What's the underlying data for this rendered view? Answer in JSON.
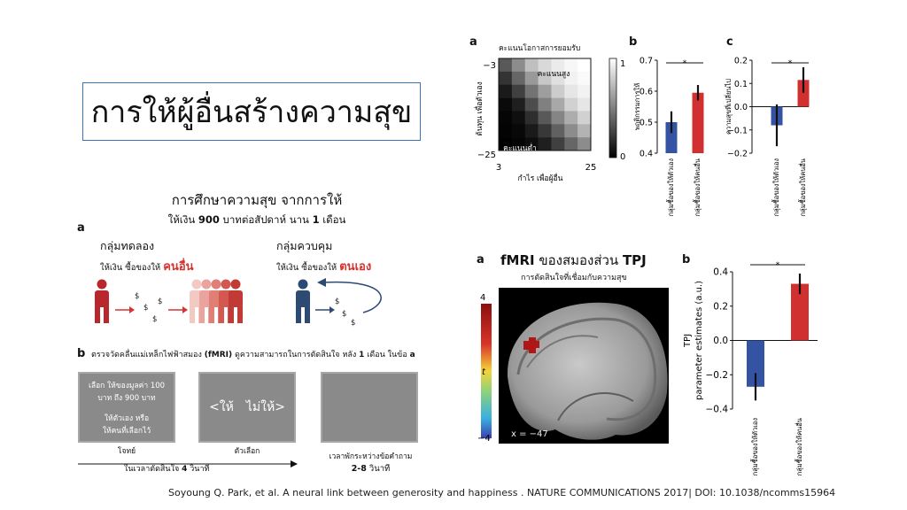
{
  "title": "การให้ผู้อื่นสร้างความสุข",
  "study": {
    "title": "การศึกษาความสุข จากการให้",
    "subtitle_pre": "ให้เงิน ",
    "amount": "900",
    "subtitle_mid": " บาทต่อสัปดาห์ นาน ",
    "months": "1",
    "subtitle_post": " เดือน"
  },
  "panel_a": {
    "letter": "a",
    "experimental": {
      "title": "กลุ่มทดลอง",
      "sub": "ให้เงิน ซื้อของให้",
      "highlight": "คนอื่น"
    },
    "control": {
      "title": "กลุ่มควบคุม",
      "sub": "ให้เงิน ซื้อของให้",
      "highlight": "ตนเอง"
    },
    "money_symbol": "$",
    "colors": {
      "experimental": "#b8272b",
      "control": "#2d4a73"
    }
  },
  "panel_b": {
    "letter": "b",
    "caption_pre": "ตรวจวัดคลื่นแม่เหล็กไฟฟ้าสมอง ",
    "caption_bold1": "(fMRI)",
    "caption_mid": " ดูความสามารถในการตัดสินใจ หลัง ",
    "caption_bold2": "1",
    "caption_post": " เดือน ในข้อ ",
    "caption_bold3": "a",
    "screen1": {
      "line1": "เลือก ให้ของมูลค่า 100",
      "line2": "บาท ถึง 900 บาท",
      "line3": "ให้ตัวเอง หรือ",
      "line4": "ให้คนที่เลือกไว้"
    },
    "screen1_label": "โจทย์",
    "screen2": {
      "give": "<ให้",
      "nogive": "ไม่ให้>"
    },
    "screen2_label": "ตัวเลือก",
    "timeline_pre": "ในเวลาตัดสินใจ ",
    "timeline_num": "4",
    "timeline_post": " วินาที",
    "rest_label": "เวลาพักระหว่างข้อคำถาม",
    "rest_range": "2-8",
    "rest_unit": " วินาที"
  },
  "heatmap": {
    "letter": "a",
    "title": "คะแนนโอกาสการยอมรับ",
    "ylabel": "ต้นทุน เพื่อตัวเอง",
    "xlabel": "กำไร เพื่อผู้อื่น",
    "high": "คะแนนสูง",
    "low": "คะแนนต่ำ",
    "y_top": "−3",
    "y_bottom": "−25",
    "x_left": "3",
    "x_right": "25",
    "cbar_top": "1",
    "cbar_bottom": "0"
  },
  "chart_b": {
    "letter": "b",
    "ylabel": "พฤติกรรมการให้",
    "star": "*",
    "ticks": [
      "0.4",
      "0.5",
      "0.6",
      "0.7"
    ]
  },
  "chart_c": {
    "letter": "c",
    "ylabel": "ความสุขที่เปลี่ยนไป",
    "star": "*",
    "ticks": [
      "−0.2",
      "−0.1",
      "0.0",
      "0.1",
      "0.2"
    ]
  },
  "fmri": {
    "letter": "a",
    "title_bold1": "fMRI",
    "title_mid": " ของสมองส่วน ",
    "title_bold2": "TPJ",
    "subtitle": "การตัดสินใจที่เชื่อมกับความสุข",
    "scale_top": "4",
    "scale_bottom": "−4",
    "scale_label": "t",
    "x_coord": "x = −47"
  },
  "chart_tpj": {
    "letter": "b",
    "ylabel1": "TPJ",
    "ylabel2": "parameter estimates (a.u.)",
    "star": "*",
    "ticks": [
      "−0.4",
      "−0.2",
      "0.0",
      "0.2",
      "0.4"
    ]
  },
  "chart_data": [
    {
      "type": "bar",
      "categories": [
        "กลุ่มซื้อของให้ตัวเอง",
        "กลุ่มซื้อของให้คนอื่น"
      ],
      "values": [
        0.5,
        0.595
      ],
      "errors": [
        0.035,
        0.025
      ],
      "ylim": [
        0.4,
        0.7
      ],
      "colors": [
        "#3553a3",
        "#d0302f"
      ]
    },
    {
      "type": "bar",
      "categories": [
        "กลุ่มซื้อของให้ตัวเอง",
        "กลุ่มซื้อของให้คนอื่น"
      ],
      "values": [
        -0.08,
        0.115
      ],
      "errors": [
        0.09,
        0.055
      ],
      "ylim": [
        -0.2,
        0.2
      ],
      "colors": [
        "#3553a3",
        "#d0302f"
      ]
    },
    {
      "type": "bar",
      "categories": [
        "กลุ่มซื้อของให้ตัวเอง",
        "กลุ่มซื้อของให้คนอื่น"
      ],
      "values": [
        -0.27,
        0.33
      ],
      "errors": [
        0.08,
        0.06
      ],
      "ylim": [
        -0.4,
        0.4
      ],
      "colors": [
        "#3553a3",
        "#d0302f"
      ]
    },
    {
      "type": "heatmap",
      "values": [
        [
          0.35,
          0.55,
          0.75,
          0.85,
          0.92,
          0.97,
          1.0
        ],
        [
          0.2,
          0.4,
          0.6,
          0.78,
          0.88,
          0.95,
          0.98
        ],
        [
          0.1,
          0.25,
          0.45,
          0.62,
          0.8,
          0.9,
          0.95
        ],
        [
          0.04,
          0.12,
          0.3,
          0.5,
          0.66,
          0.82,
          0.9
        ],
        [
          0.02,
          0.06,
          0.18,
          0.35,
          0.52,
          0.68,
          0.82
        ],
        [
          0.01,
          0.03,
          0.1,
          0.22,
          0.38,
          0.55,
          0.7
        ],
        [
          0.0,
          0.02,
          0.05,
          0.12,
          0.25,
          0.4,
          0.55
        ]
      ]
    }
  ],
  "citation": "Soyoung Q. Park, et al. A neural link between generosity and happiness . NATURE COMMUNICATIONS 2017| DOI: 10.1038/ncomms15964"
}
